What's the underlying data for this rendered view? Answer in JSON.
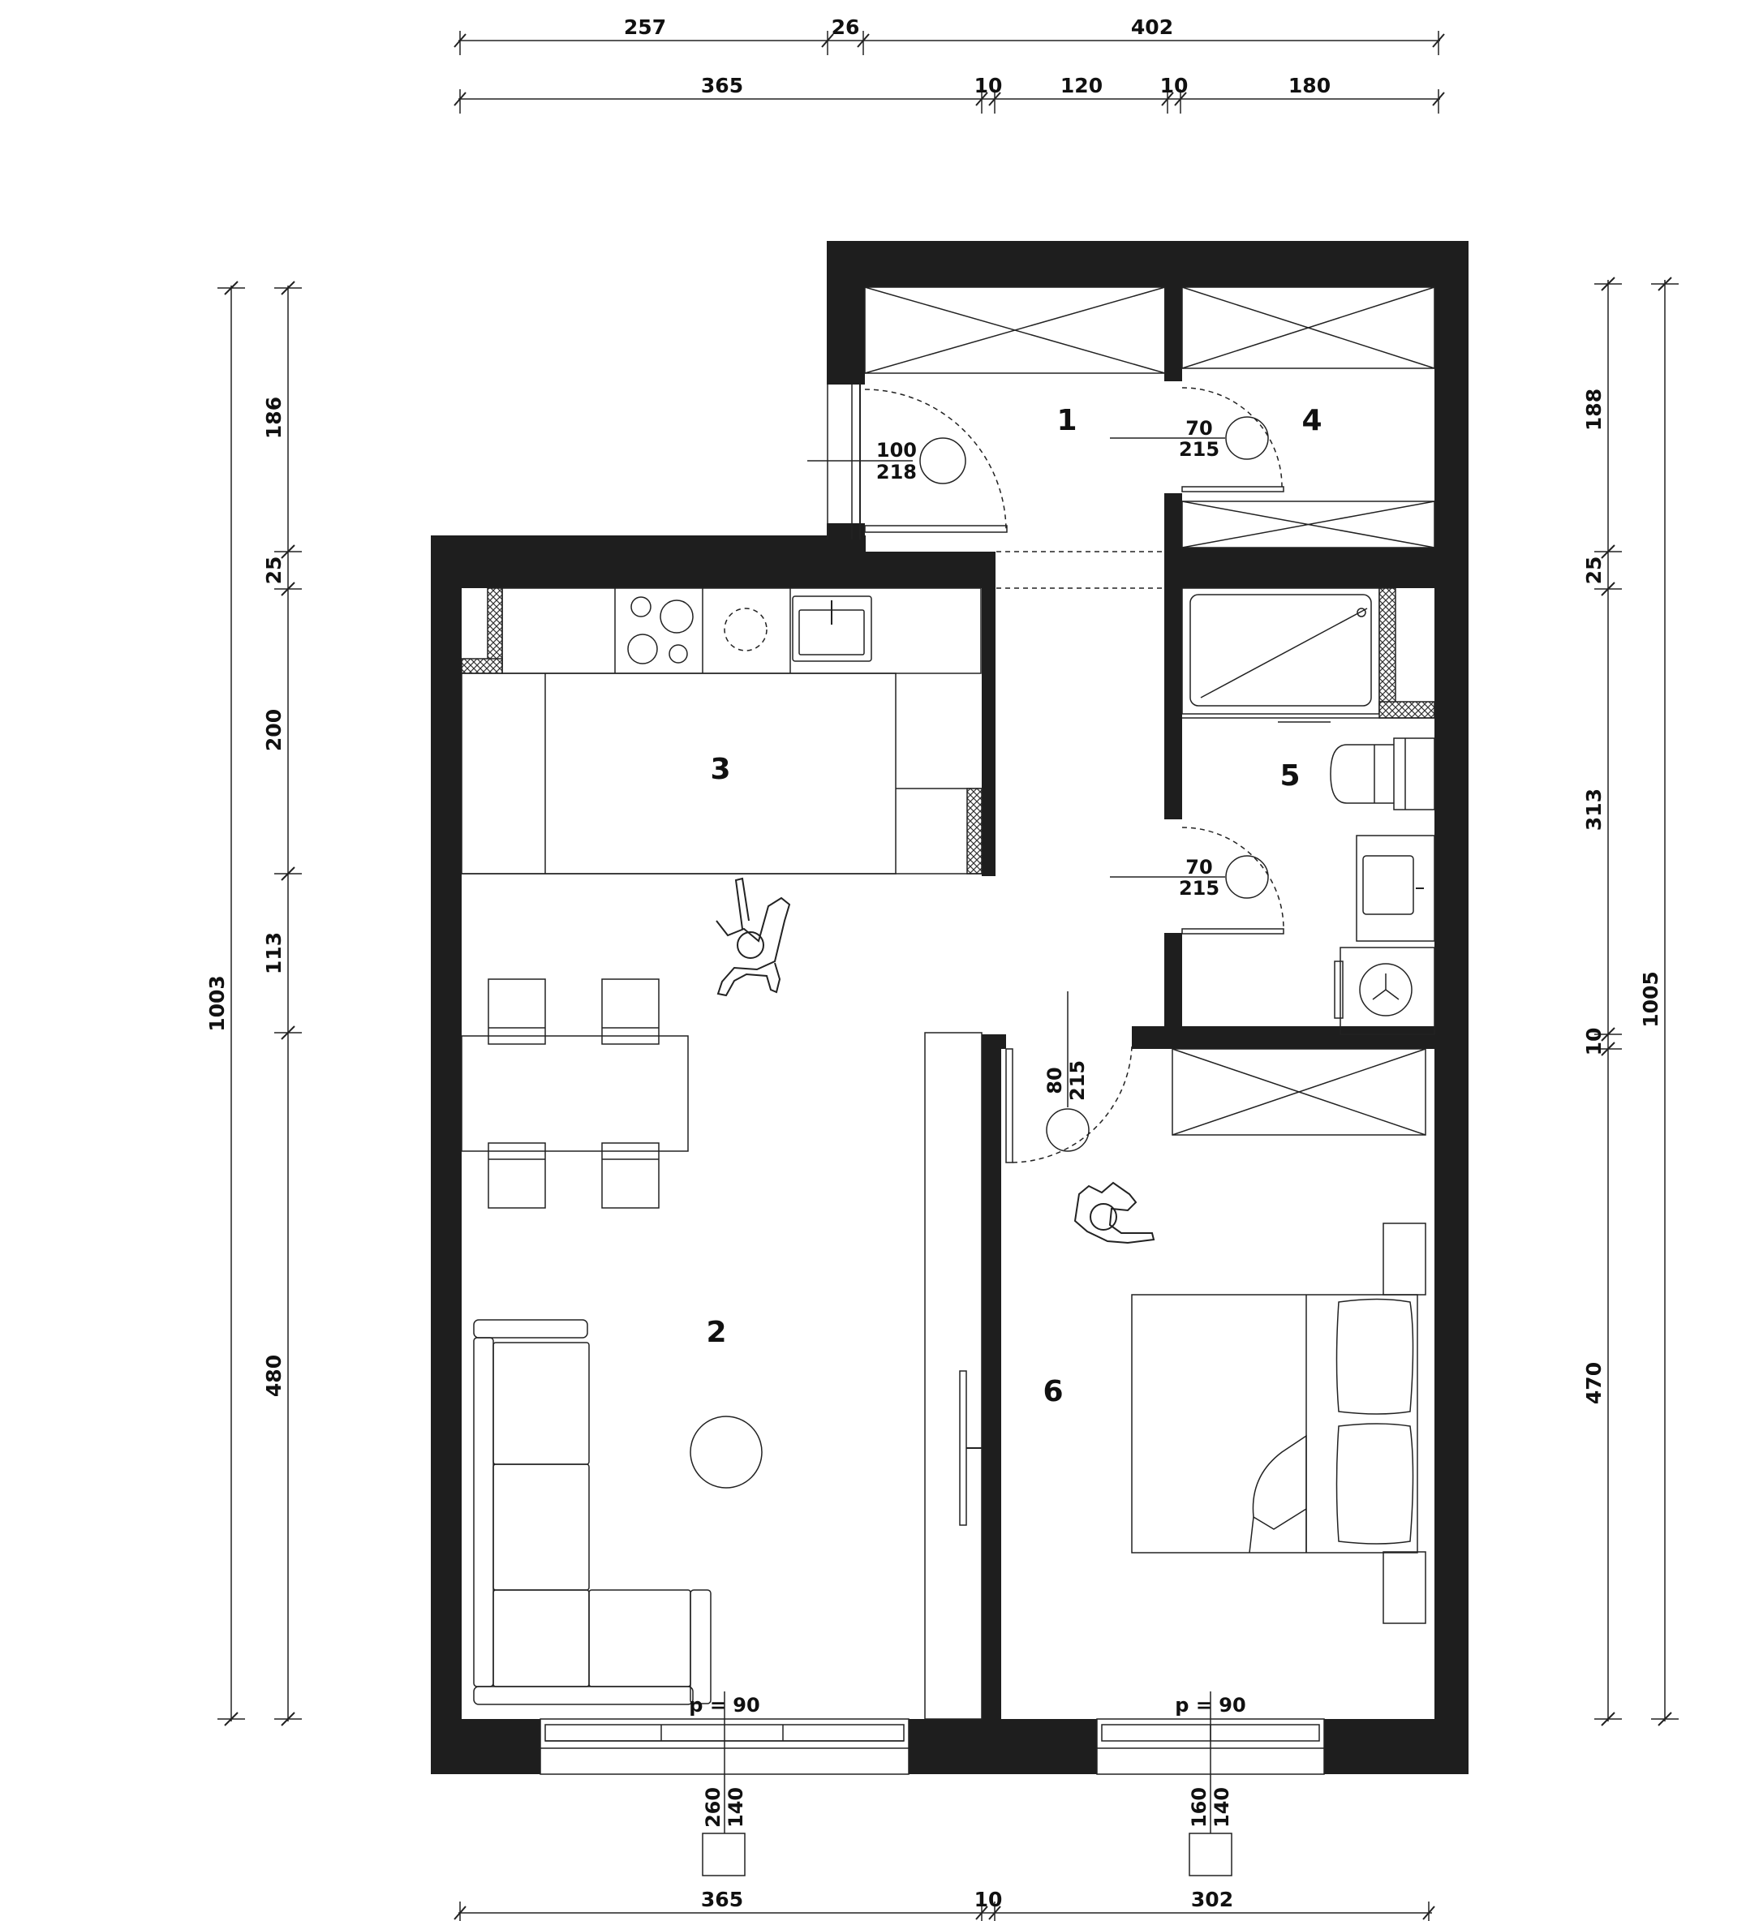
{
  "dimensions": {
    "top_row1": [
      "257",
      "26",
      "402"
    ],
    "top_row2": [
      "365",
      "10",
      "120",
      "10",
      "180"
    ],
    "bottom": [
      "365",
      "10",
      "302"
    ],
    "left_inner": [
      "186",
      "25",
      "200",
      "113",
      "480"
    ],
    "left_total": "1003",
    "right_inner": [
      "188",
      "25",
      "313",
      "10",
      "470"
    ],
    "right_total": "1005"
  },
  "rooms": [
    "1",
    "2",
    "3",
    "4",
    "5",
    "6"
  ],
  "doors": {
    "entrance": {
      "width": "100",
      "height": "218"
    },
    "room4": {
      "width": "70",
      "height": "215"
    },
    "room5": {
      "width": "70",
      "height": "215"
    },
    "room6": {
      "width": "80",
      "height": "215"
    }
  },
  "windows": {
    "living": {
      "sill": "p = 90",
      "height": "260",
      "width": "140"
    },
    "bedroom": {
      "sill": "p = 90",
      "height": "160",
      "width": "140"
    }
  },
  "colors": {
    "wall": "#1e1e1e",
    "line": "#222222",
    "background": "#ffffff"
  },
  "icons": [
    "hob-icon",
    "sink-icon",
    "toilet-icon",
    "bathtub-icon",
    "washing-machine-icon",
    "person-icon",
    "sofa-icon",
    "bed-icon",
    "tv-icon"
  ]
}
